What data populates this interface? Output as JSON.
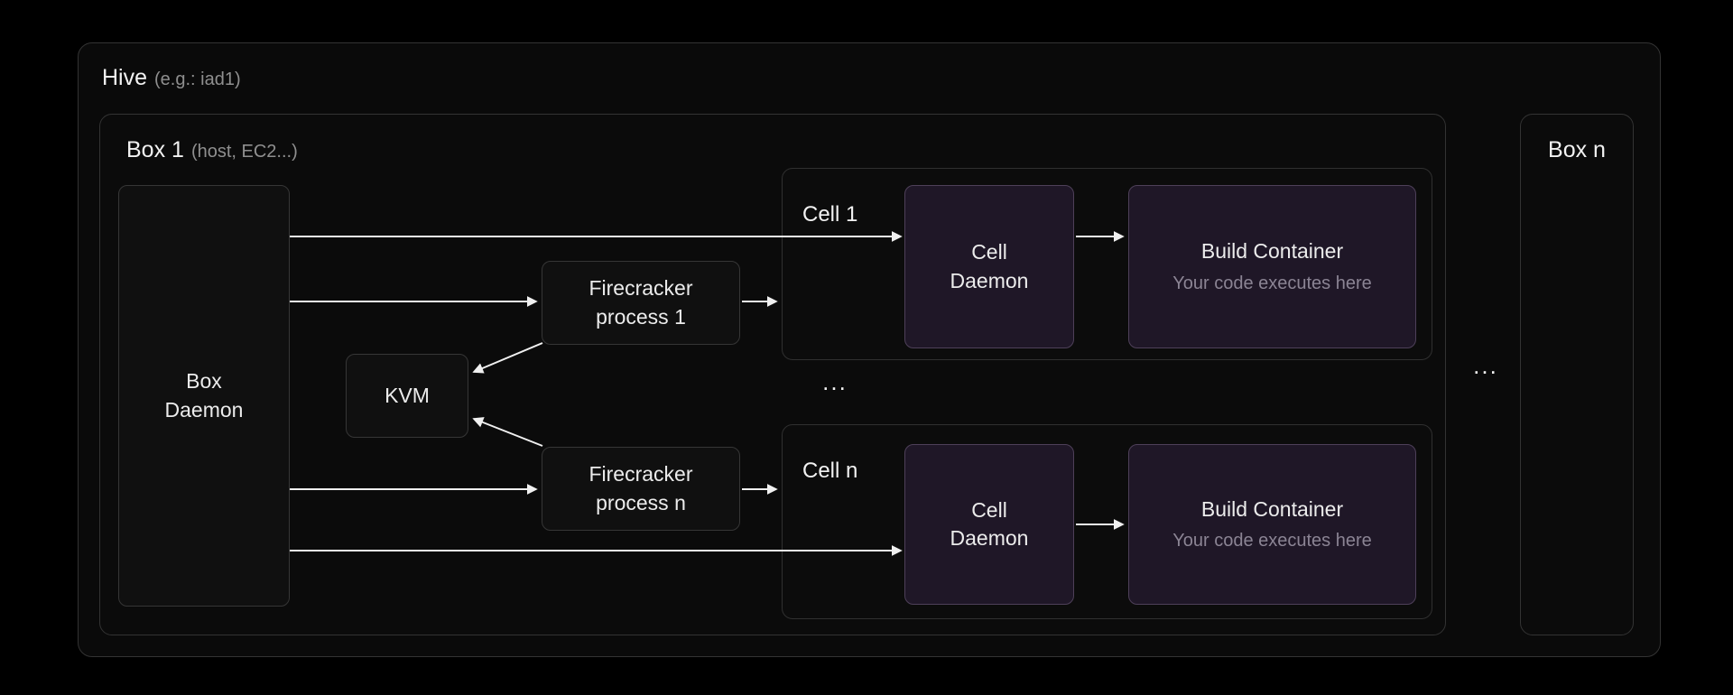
{
  "hive": {
    "title": "Hive",
    "subtitle": "(e.g.: iad1)"
  },
  "box_1": {
    "title": "Box 1",
    "subtitle": "(host, EC2...)"
  },
  "box_n": {
    "title": "Box n"
  },
  "nodes": {
    "box_daemon": "Box Daemon",
    "kvm": "KVM",
    "firecracker_1": "Firecracker process 1",
    "firecracker_n": "Firecracker process n"
  },
  "cell_1": {
    "title": "Cell 1",
    "daemon": "Cell Daemon",
    "build_title": "Build Container",
    "build_subtitle": "Your code executes here"
  },
  "cell_n": {
    "title": "Cell n",
    "daemon": "Cell Daemon",
    "build_title": "Build Container",
    "build_subtitle": "Your code executes here"
  },
  "ellipsis": {
    "between_cells": "...",
    "between_boxes": "..."
  },
  "colors": {
    "background": "#000000",
    "panel": "#0a0a0a",
    "node_background": "#101010",
    "purple_background": "#1f1727",
    "purple_border": "#4e4059",
    "border": "#363636",
    "arrow": "#f0f0f0",
    "text": "#f2f2f2",
    "muted": "#8f8f8f"
  }
}
